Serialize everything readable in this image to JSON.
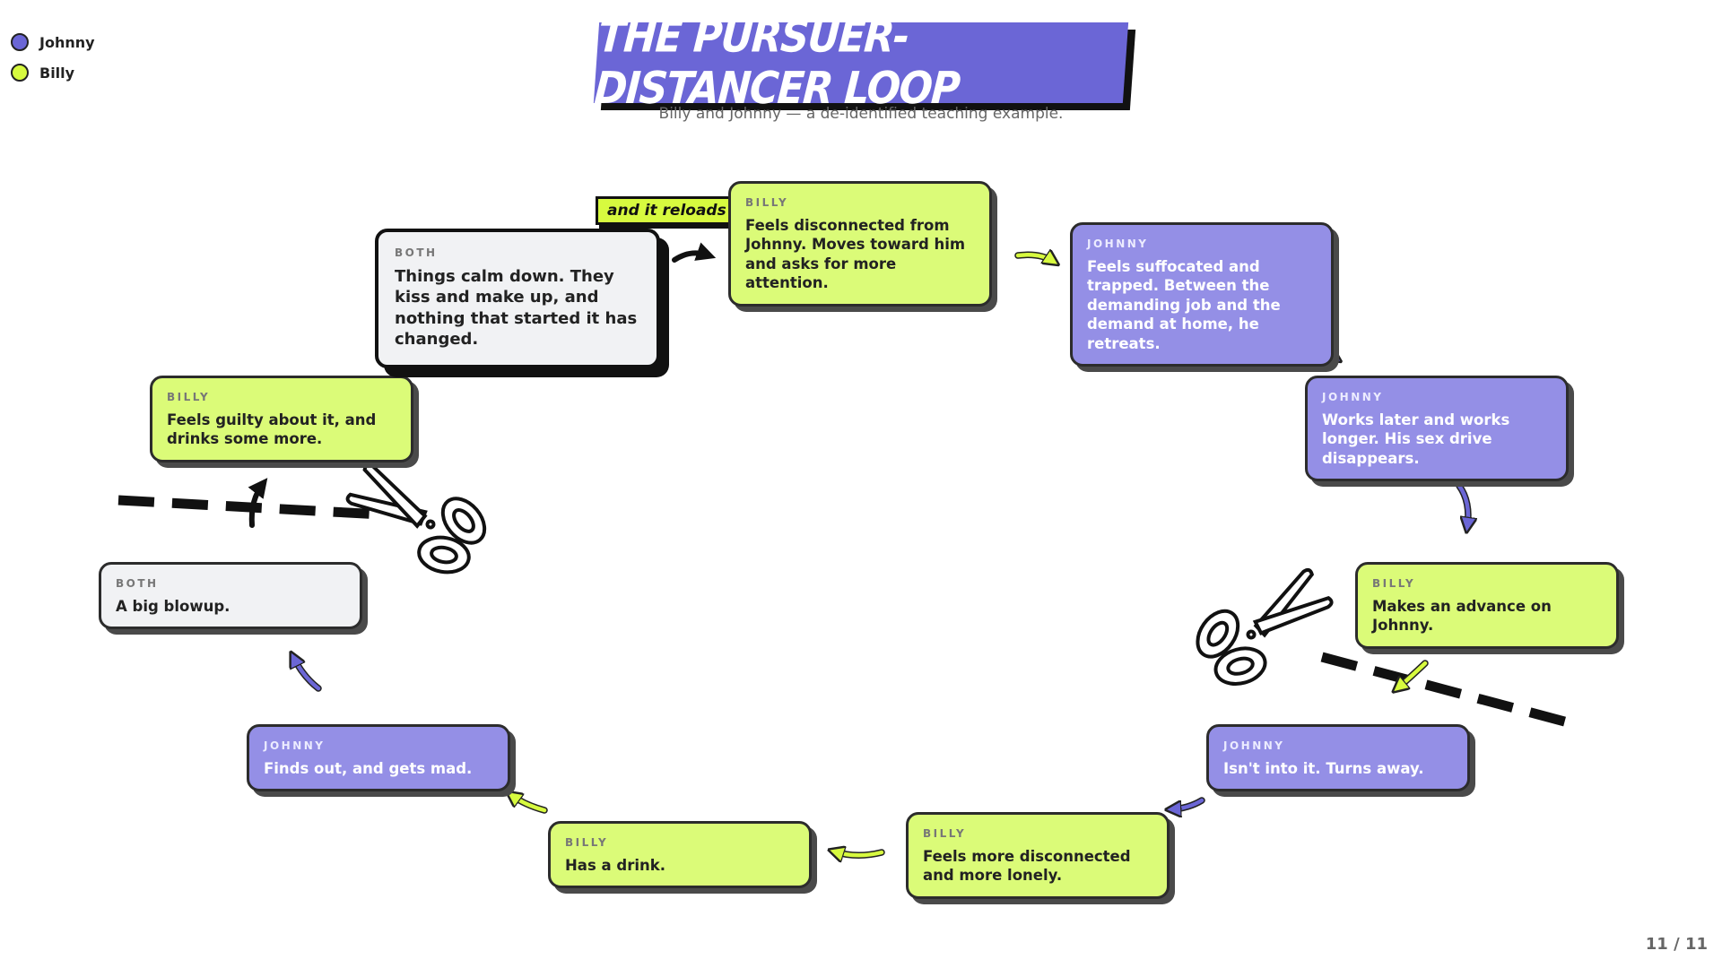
{
  "legend": [
    {
      "label": "Johnny",
      "color": "#6b66d6"
    },
    {
      "label": "Billy",
      "color": "#d7fa3f"
    }
  ],
  "title": "THE PURSUER-DISTANCER LOOP",
  "subtitle": "Billy and Johnny — a de-identified teaching example.",
  "reload_badge": "and it reloads",
  "cards": [
    {
      "tag": "BILLY",
      "text": "Feels disconnected from Johnny. Moves toward him and asks for more attention."
    },
    {
      "tag": "JOHNNY",
      "text": "Feels suffocated and trapped. Between the demanding job and the demand at home, he retreats."
    },
    {
      "tag": "JOHNNY",
      "text": "Works later and works longer. His sex drive disappears."
    },
    {
      "tag": "BILLY",
      "text": "Makes an advance on Johnny."
    },
    {
      "tag": "JOHNNY",
      "text": "Isn't into it. Turns away."
    },
    {
      "tag": "BILLY",
      "text": "Feels more disconnected and more lonely."
    },
    {
      "tag": "BILLY",
      "text": "Has a drink."
    },
    {
      "tag": "JOHNNY",
      "text": "Finds out, and gets mad."
    },
    {
      "tag": "BOTH",
      "text": "A big blowup."
    },
    {
      "tag": "BILLY",
      "text": "Feels guilty about it, and drinks some more."
    },
    {
      "tag": "BOTH",
      "text": "Things calm down. They kiss and make up, and nothing that started it has changed."
    }
  ],
  "icons": [
    "scissors-icon",
    "scissors-icon"
  ],
  "colors": {
    "johnny": "#6b66d6",
    "billy": "#d7fa3f",
    "johnny_card": "#948fe6",
    "billy_card": "#dbfb78",
    "both_card": "#f1f2f4"
  },
  "page_number": "11 / 11"
}
